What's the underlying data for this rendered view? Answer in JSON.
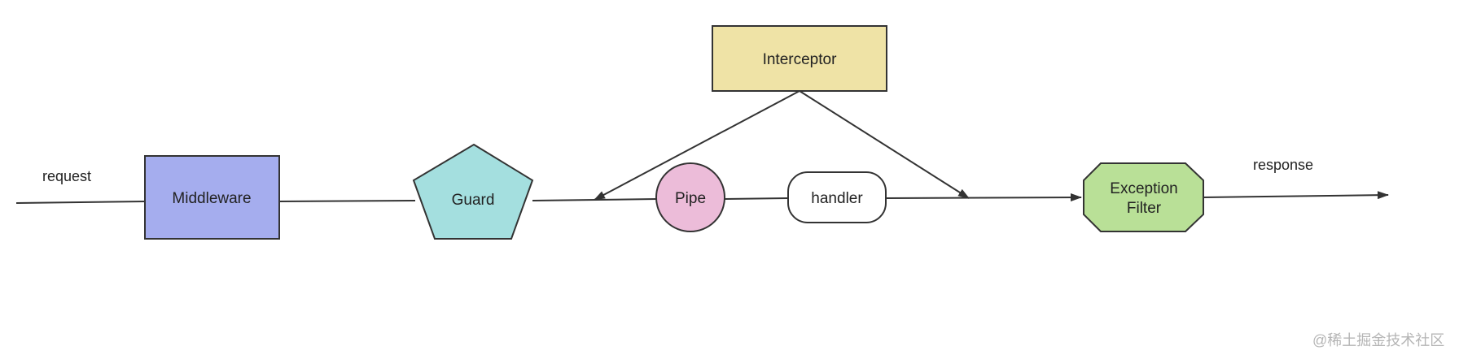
{
  "diagram": {
    "title": "",
    "labels": {
      "request": "request",
      "response": "response"
    },
    "nodes": {
      "middleware": {
        "label": "Middleware",
        "shape": "rectangle",
        "fill": "#a5adee"
      },
      "guard": {
        "label": "Guard",
        "shape": "pentagon",
        "fill": "#a4dfdf"
      },
      "pipe": {
        "label": "Pipe",
        "shape": "circle",
        "fill": "#ecbcd9"
      },
      "handler": {
        "label": "handler",
        "shape": "rounded-rectangle",
        "fill": "#ffffff"
      },
      "interceptor": {
        "label": "Interceptor",
        "shape": "rectangle",
        "fill": "#efe3a6"
      },
      "exception_filter": {
        "label_line1": "Exception",
        "label_line2": "Filter",
        "shape": "octagon",
        "fill": "#b9e097"
      }
    },
    "edges": [
      {
        "from": "request",
        "to": "middleware"
      },
      {
        "from": "middleware",
        "to": "guard"
      },
      {
        "from": "guard",
        "to": "pipe"
      },
      {
        "from": "pipe",
        "to": "handler"
      },
      {
        "from": "handler",
        "to": "exception_filter"
      },
      {
        "from": "exception_filter",
        "to": "response"
      },
      {
        "from": "interceptor",
        "to": "guard-pipe-link"
      },
      {
        "from": "interceptor",
        "to": "handler-filter-link"
      }
    ],
    "stroke_color": "#333333"
  },
  "watermark": "@稀土掘金技术社区"
}
